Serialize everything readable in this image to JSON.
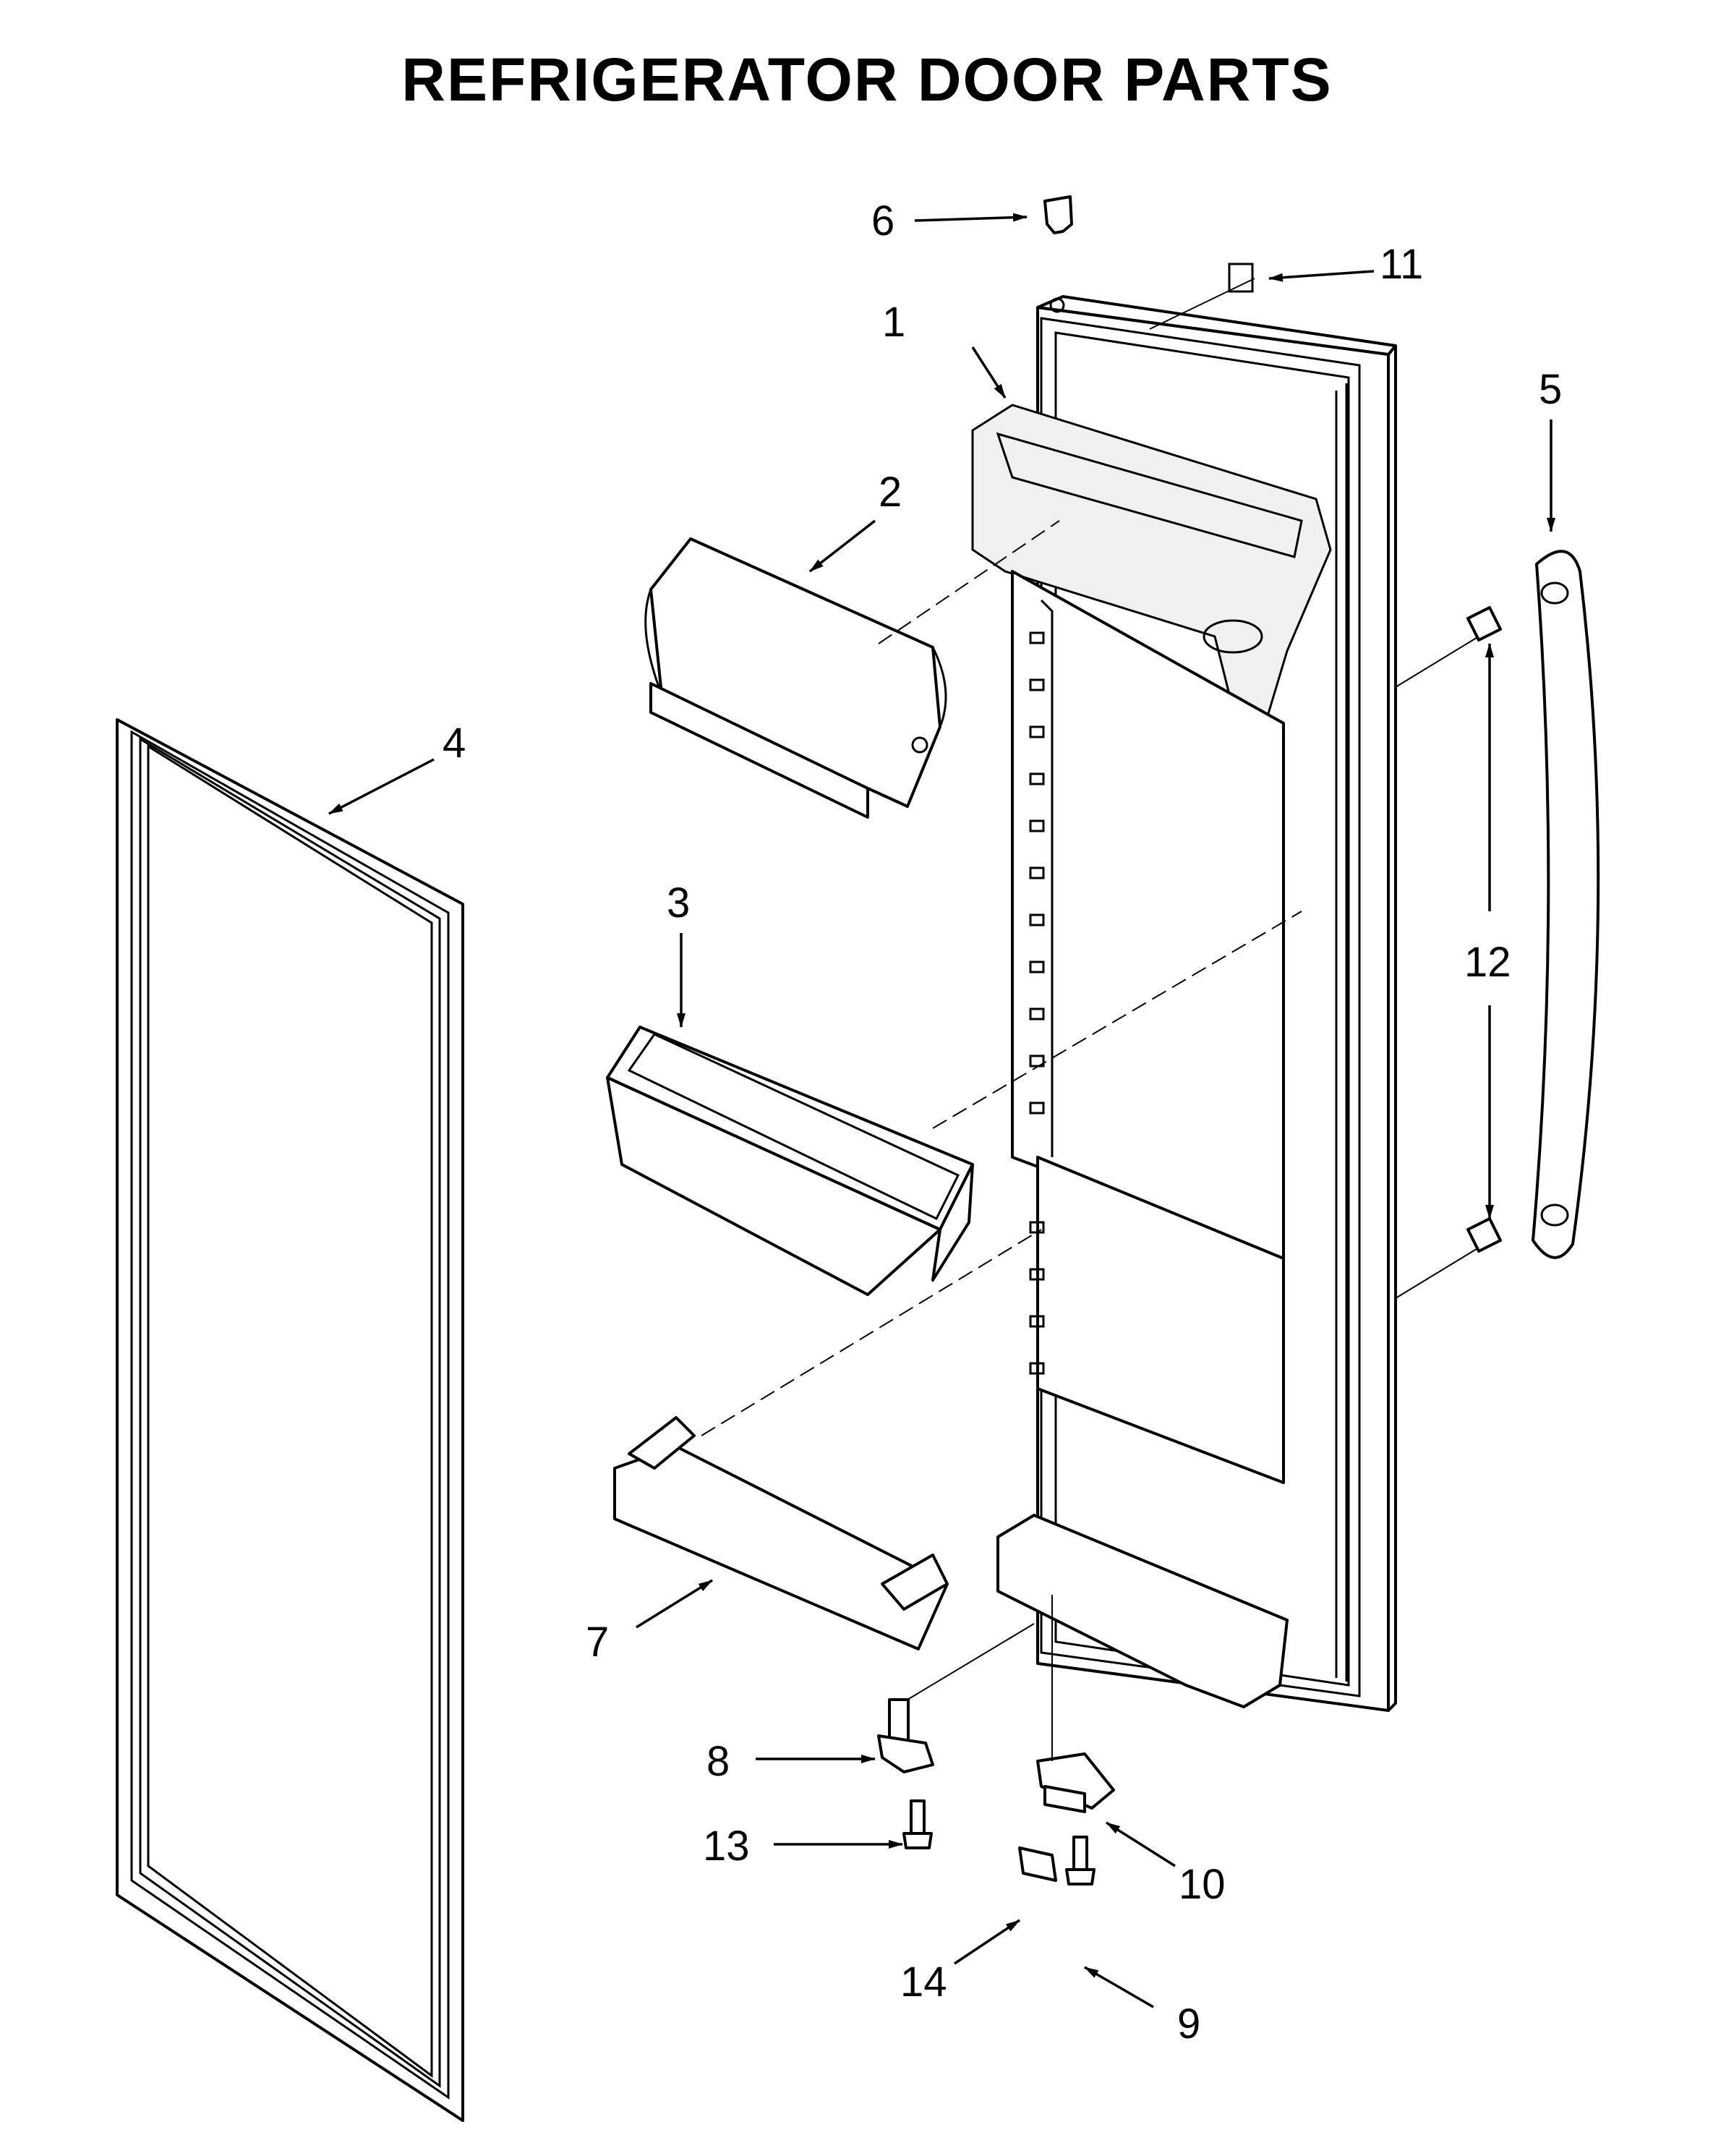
{
  "title": "REFRIGERATOR DOOR PARTS",
  "callouts": [
    "1",
    "2",
    "3",
    "4",
    "5",
    "6",
    "7",
    "8",
    "9",
    "10",
    "11",
    "12",
    "13",
    "14"
  ]
}
